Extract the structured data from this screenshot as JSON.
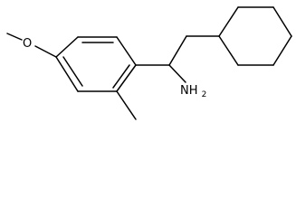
{
  "structure": {
    "atoms": {
      "oxygen": "O",
      "amine": "NH",
      "amine_subscript": "2"
    }
  }
}
